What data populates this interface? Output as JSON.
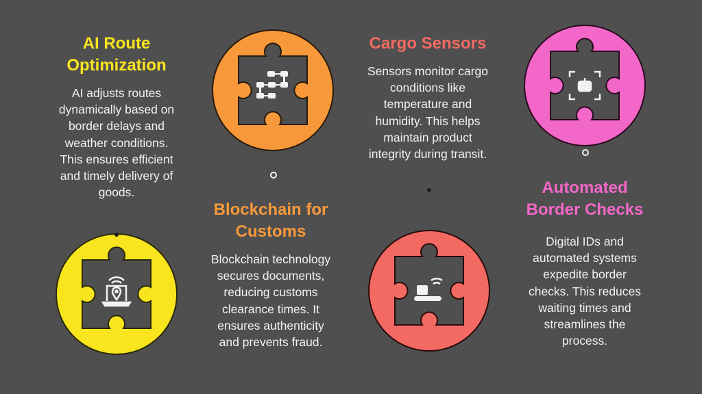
{
  "colors": {
    "background": "#4f4f4f",
    "orange": "#f7993a",
    "yellow": "#f9e51d",
    "coral": "#f26a62",
    "pink": "#f267c8"
  },
  "steps": [
    {
      "title_lines": [
        "AI Route",
        "Optimization"
      ],
      "icon": "network-flow-icon",
      "body_lines": [
        "AI adjusts routes",
        "dynamically based on",
        "border delays and",
        "weather conditions.",
        "This ensures efficient",
        "and timely delivery of",
        "goods."
      ]
    },
    {
      "title_lines": [
        "Blockchain for",
        "Customs"
      ],
      "icon": "laptop-location-icon",
      "body_lines": [
        "Blockchain technology",
        "secures documents,",
        "reducing customs",
        "clearance times. It",
        "ensures authenticity",
        "and prevents fraud."
      ]
    },
    {
      "title_lines": [
        "Cargo Sensors"
      ],
      "icon": "conveyor-sensor-icon",
      "body_lines": [
        "Sensors monitor cargo",
        "conditions like",
        "temperature and",
        "humidity. This helps",
        "maintain product",
        "integrity during transit."
      ]
    },
    {
      "title_lines": [
        "Automated",
        "Border Checks"
      ],
      "icon": "robot-scan-icon",
      "body_lines": [
        "Digital IDs and",
        "automated systems",
        "expedite border",
        "checks. This reduces",
        "waiting times and",
        "streamlines the",
        "process."
      ]
    }
  ]
}
